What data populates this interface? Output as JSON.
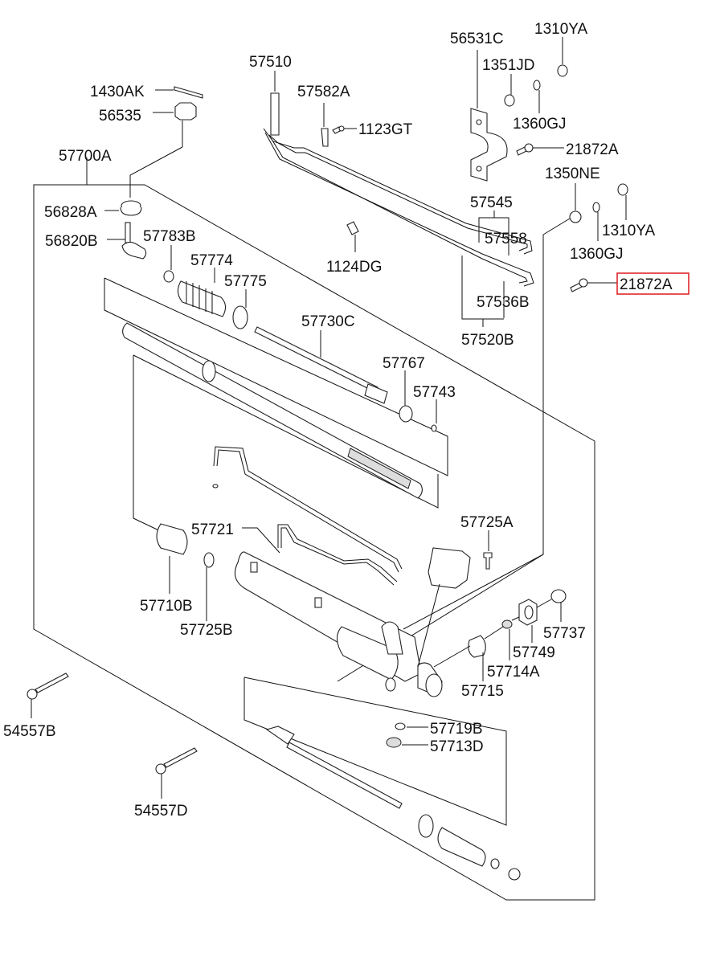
{
  "diagram": {
    "title": "Power steering gear box assembly - exploded parts diagram",
    "highlight_color": "#e0282c",
    "highlighted_part": "21872A",
    "labels": {
      "p1310YA_top": "1310YA",
      "p56531C": "56531C",
      "p1351JD": "1351JD",
      "p57510": "57510",
      "p57582A": "57582A",
      "p1430AK": "1430AK",
      "p56535": "56535",
      "p1123GT": "1123GT",
      "p1360GJ_top": "1360GJ",
      "p21872A_top": "21872A",
      "p57700A": "57700A",
      "p1350NE": "1350NE",
      "p57545": "57545",
      "p56828A": "56828A",
      "p1310YA_right": "1310YA",
      "p56820B": "56820B",
      "p57783B": "57783B",
      "p57558": "57558",
      "p1124DG": "1124DG",
      "p1360GJ_right": "1360GJ",
      "p57774": "57774",
      "p21872A_highlight": "21872A",
      "p57775": "57775",
      "p57536B": "57536B",
      "p57730C": "57730C",
      "p57520B": "57520B",
      "p57767": "57767",
      "p57743": "57743",
      "p57725A": "57725A",
      "p57721": "57721",
      "p57710B": "57710B",
      "p57725B": "57725B",
      "p57737": "57737",
      "p57749": "57749",
      "p57714A": "57714A",
      "p57715": "57715",
      "p54557B": "54557B",
      "p57719B": "57719B",
      "p57713D": "57713D",
      "p54557D": "54557D"
    }
  }
}
